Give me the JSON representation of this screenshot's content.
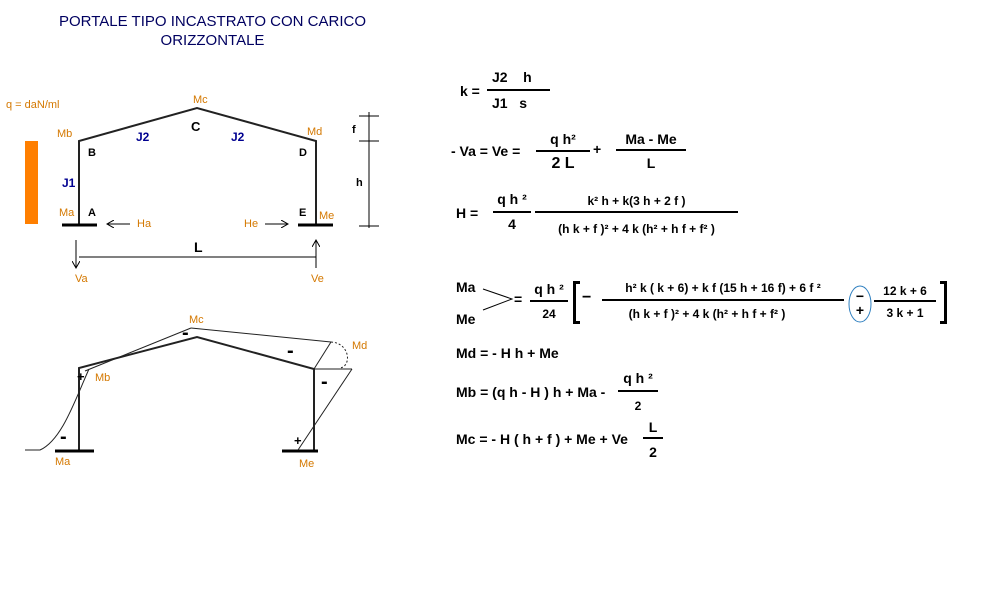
{
  "title": {
    "line1": "PORTALE TIPO INCASTRATO CON CARICO",
    "line2": "ORIZZONTALE"
  },
  "colors": {
    "text": "#000000",
    "title": "#000060",
    "label_orange": "#D47800",
    "label_blue": "#000090",
    "load_bar": "#FF7F00",
    "circle": "#3080C0"
  },
  "frame": {
    "load_label": "q = daN/ml",
    "mc": "Mc",
    "c": "C",
    "mb": "Mb",
    "b": "B",
    "md": "Md",
    "d": "D",
    "j2_left": "J2",
    "j2_right": "J2",
    "j1": "J1",
    "ma": "Ma",
    "a": "A",
    "ha": "Ha",
    "he": "He",
    "e": "E",
    "me": "Me",
    "l": "L",
    "va": "Va",
    "ve": "Ve",
    "f": "f",
    "h": "h"
  },
  "moment": {
    "mc": "Mc",
    "md": "Md",
    "mb": "Mb",
    "ma": "Ma",
    "me": "Me",
    "minus1": "-",
    "minus2": "-",
    "minus3": "-",
    "minus4": "-",
    "plus1": "+",
    "plus2": "+"
  },
  "formulas": {
    "k": {
      "lhs": "k =",
      "num": "J2    h",
      "den": "J1   s"
    },
    "va": {
      "lhs": "- Va = Ve =",
      "num1": "q h²",
      "den1": "2 L",
      "plus": "+",
      "num2": "Ma - Me",
      "den2": "L"
    },
    "h": {
      "lhs": "H  =",
      "num1": "q h ²",
      "den1": "4",
      "num2": "k² h + k(3 h + 2 f )",
      "den2": "(h k + f )² + 4 k (h² + h f + f² )"
    },
    "mame": {
      "ma": "Ma",
      "me": "Me",
      "eq": "=",
      "num1": "q h ²",
      "den1": "24",
      "minus": "−",
      "num2": "h² k ( k + 6) + k f (15 h + 16 f) + 6 f ²",
      "den2": "(h k + f )² + 4 k (h² + h f + f² )",
      "pm_top": "−",
      "pm_bottom": "+",
      "num3": "12 k + 6",
      "den3": "3 k + 1"
    },
    "md": "Md = - H h + Me",
    "mb": {
      "lhs": "Mb = (q h - H ) h + Ma -",
      "num": "q h ²",
      "den": "2"
    },
    "mc": {
      "lhs": "Mc = - H ( h + f ) + Me + Ve",
      "num": "L",
      "den": "2"
    }
  }
}
